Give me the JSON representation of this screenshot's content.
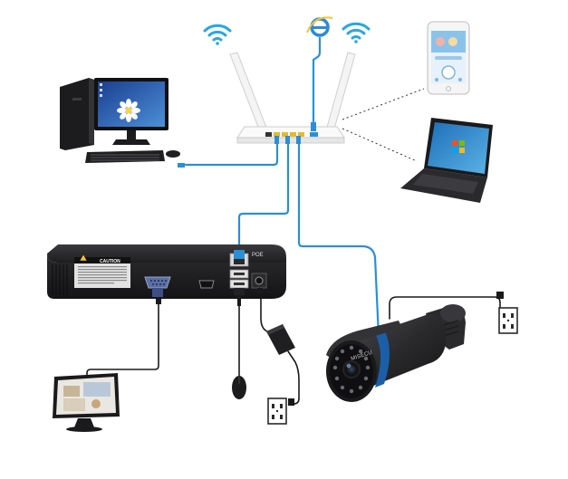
{
  "nvr": {
    "caution_title": "CAUTION",
    "port_label": "POE"
  },
  "camera": {
    "brand": "MISECU"
  },
  "icons": {
    "wifi_left": "wifi-icon",
    "internet": "internet-explorer-icon",
    "wifi_right": "wifi-icon",
    "desktop_wallpaper": "flower-wallpaper",
    "laptop_os": "windows-logo"
  },
  "colors": {
    "cable": "#2a8fd6",
    "device_dark": "#1c1c1e",
    "router_white": "#f2f2f2",
    "wifi_blue": "#29a7df",
    "camera_ring": "#1b5fa8"
  }
}
